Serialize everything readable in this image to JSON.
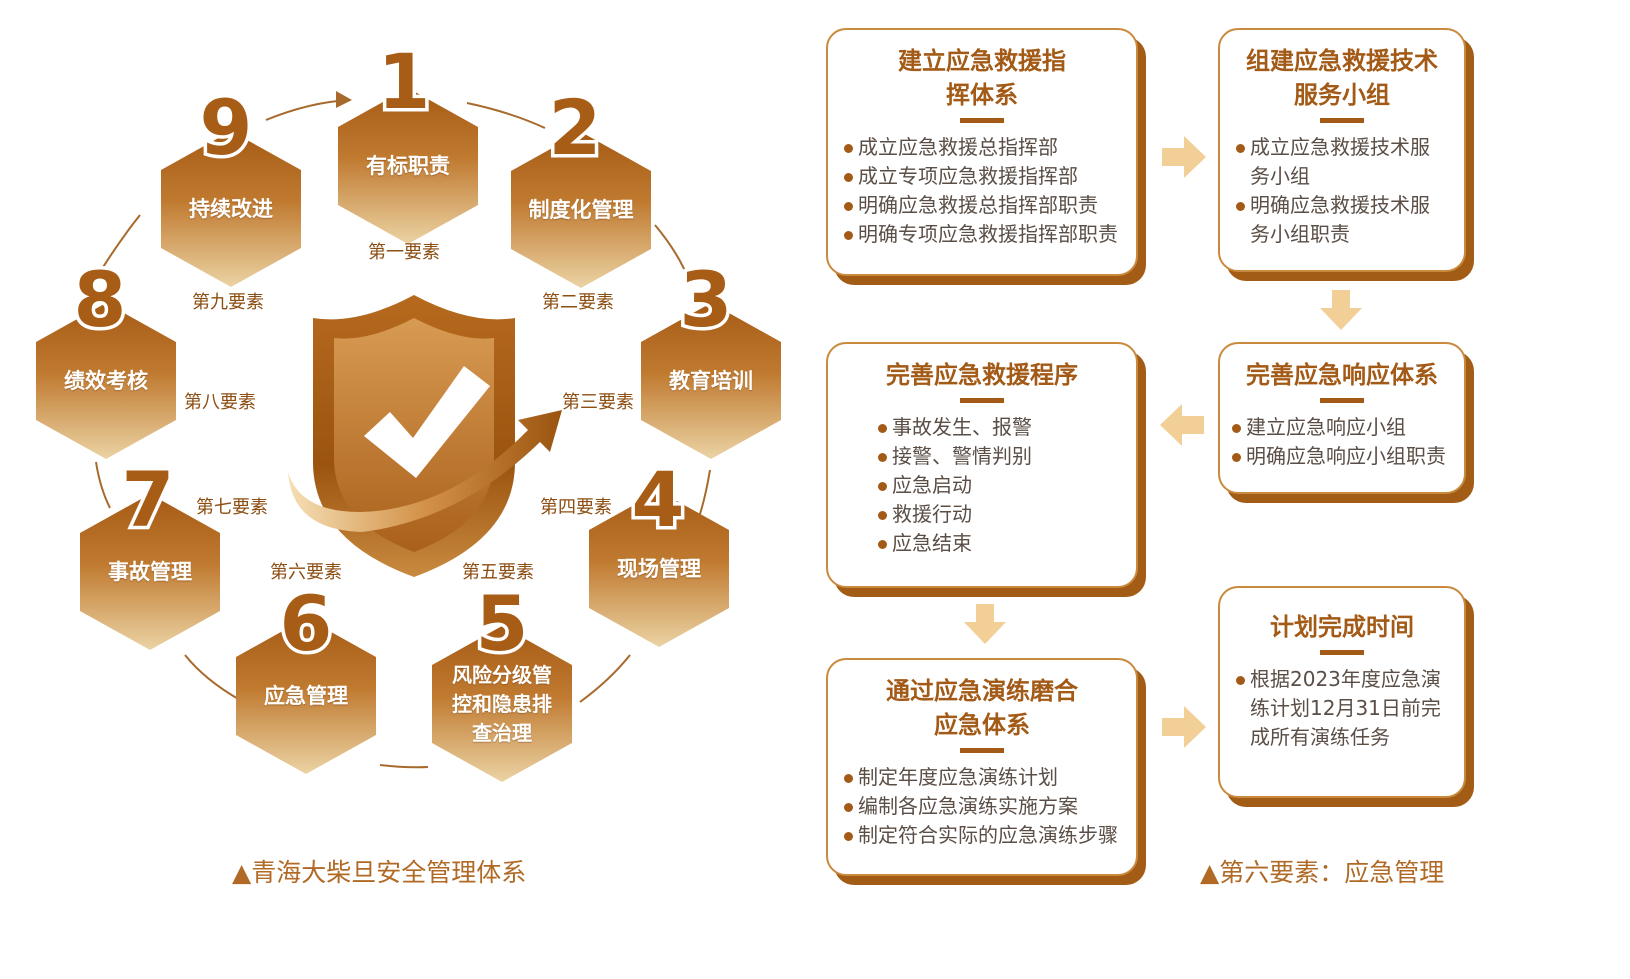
{
  "cycle": {
    "steps": [
      {
        "num": "1",
        "name": "有标职责",
        "element": "第一要素"
      },
      {
        "num": "2",
        "name": "制度化管理",
        "element": "第二要素"
      },
      {
        "num": "3",
        "name": "教育培训",
        "element": "第三要素"
      },
      {
        "num": "4",
        "name": "现场管理",
        "element": "第四要素"
      },
      {
        "num": "5",
        "name": "风险分级管控和隐患排查治理",
        "element": "第五要素"
      },
      {
        "num": "6",
        "name": "应急管理",
        "element": "第六要素"
      },
      {
        "num": "7",
        "name": "事故管理",
        "element": "第七要素"
      },
      {
        "num": "8",
        "name": "绩效考核",
        "element": "第八要素"
      },
      {
        "num": "9",
        "name": "持续改进",
        "element": "第九要素"
      }
    ],
    "caption": "▲青海大柴旦安全管理体系",
    "colors": {
      "hex_top": "#a55a14",
      "hex_bottom": "#ebd3a4",
      "accent": "#a85d17"
    },
    "icons": {
      "center": "shield-check-icon"
    }
  },
  "flow": {
    "cards": [
      {
        "title": "建立应急救援指挥体系",
        "items": [
          "成立应急救援总指挥部",
          "成立专项应急救援指挥部",
          "明确应急救援总指挥部职责",
          "明确专项应急救援指挥部职责"
        ]
      },
      {
        "title": "组建应急救援技术服务小组",
        "items": [
          "成立应急救援技术服务小组",
          "明确应急救援技术服务小组职责"
        ]
      },
      {
        "title": "完善应急响应体系",
        "items": [
          "建立应急响应小组",
          "明确应急响应小组职责"
        ]
      },
      {
        "title": "完善应急救援程序",
        "items": [
          "事故发生、报警",
          "接警、警情判别",
          "应急启动",
          "救援行动",
          "应急结束"
        ]
      },
      {
        "title": "通过应急演练磨合应急体系",
        "items": [
          "制定年度应急演练计划",
          "编制各应急演练实施方案",
          "制定符合实际的应急演练步骤"
        ]
      },
      {
        "title": "计划完成时间",
        "items": [
          "根据2023年度应急演练计划12月31日前完成所有演练任务"
        ]
      }
    ],
    "caption": "▲第六要素：应急管理",
    "colors": {
      "card_border": "#c98a3d",
      "card_shadow": "#a35c16",
      "arrow": "#f2cf97"
    }
  }
}
